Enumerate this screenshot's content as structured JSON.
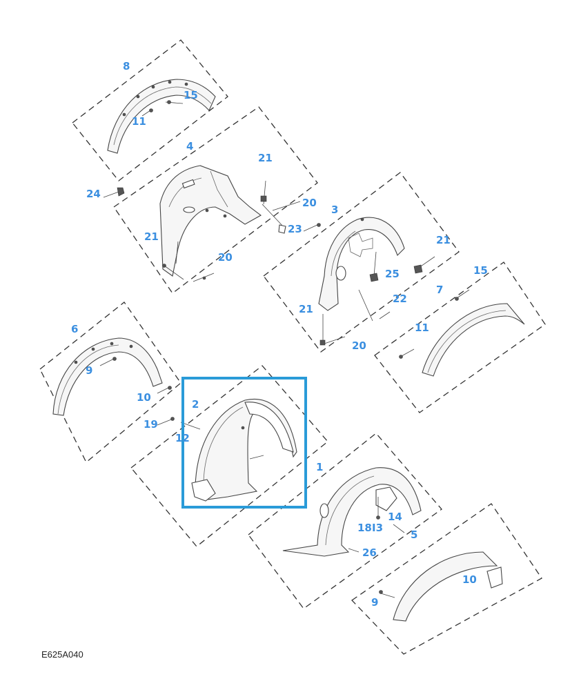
{
  "diagram_code": "E625A040",
  "highlight_color": "#2a9bd8",
  "callout_color": "#3b8fe0",
  "callouts": {
    "c8": "8",
    "c15a": "15",
    "c11a": "11",
    "c4": "4",
    "c21a": "21",
    "c24": "24",
    "c20a": "20",
    "c23": "23",
    "c21b": "21",
    "c20b": "20",
    "c3": "3",
    "c21c": "21",
    "c25": "25",
    "c22": "22",
    "c21d": "21",
    "c20c": "20",
    "c15b": "15",
    "c7": "7",
    "c11b": "11",
    "c6": "6",
    "c9a": "9",
    "c10a": "10",
    "c19": "19",
    "c12": "12",
    "c2": "2",
    "c1": "1",
    "c14": "14",
    "c18": "18",
    "c13": "I3",
    "c5": "5",
    "c26": "26",
    "c10b": "10",
    "c9b": "9"
  }
}
